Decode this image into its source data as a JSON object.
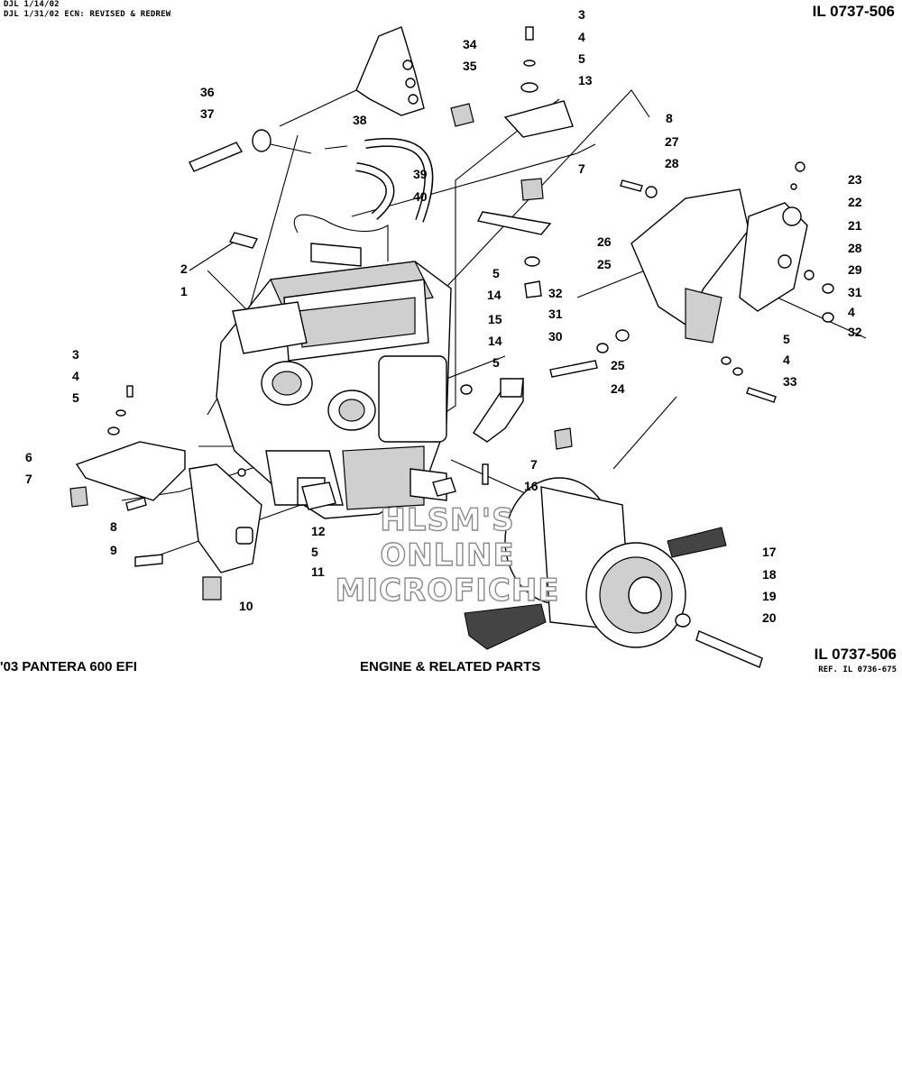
{
  "header": {
    "line1": "DJL 1/14/02",
    "line2": "DJL 1/31/02 ECN: REVISED & REDREW",
    "il_number_top": "IL 0737-506"
  },
  "footer": {
    "model": "'03 PANTERA 600 EFI",
    "section_title": "ENGINE & RELATED PARTS",
    "il_number_bottom": "IL 0737-506",
    "reference": "REF. IL 0736-675"
  },
  "watermark": {
    "line1": "HLSM'S",
    "line2": "ONLINE",
    "line3": "MICROFICHE"
  },
  "callouts": [
    "3",
    "4",
    "5",
    "13",
    "8",
    "34",
    "35",
    "36",
    "37",
    "38",
    "39",
    "40",
    "27",
    "28",
    "7",
    "23",
    "22",
    "21",
    "28",
    "29",
    "31",
    "4",
    "32",
    "26",
    "25",
    "2",
    "1",
    "5",
    "14",
    "32",
    "31",
    "30",
    "25",
    "24",
    "15",
    "14",
    "5",
    "5",
    "4",
    "33",
    "3",
    "4",
    "5",
    "6",
    "7",
    "8",
    "9",
    "10",
    "11",
    "12",
    "5",
    "7",
    "16",
    "17",
    "18",
    "19",
    "20"
  ]
}
